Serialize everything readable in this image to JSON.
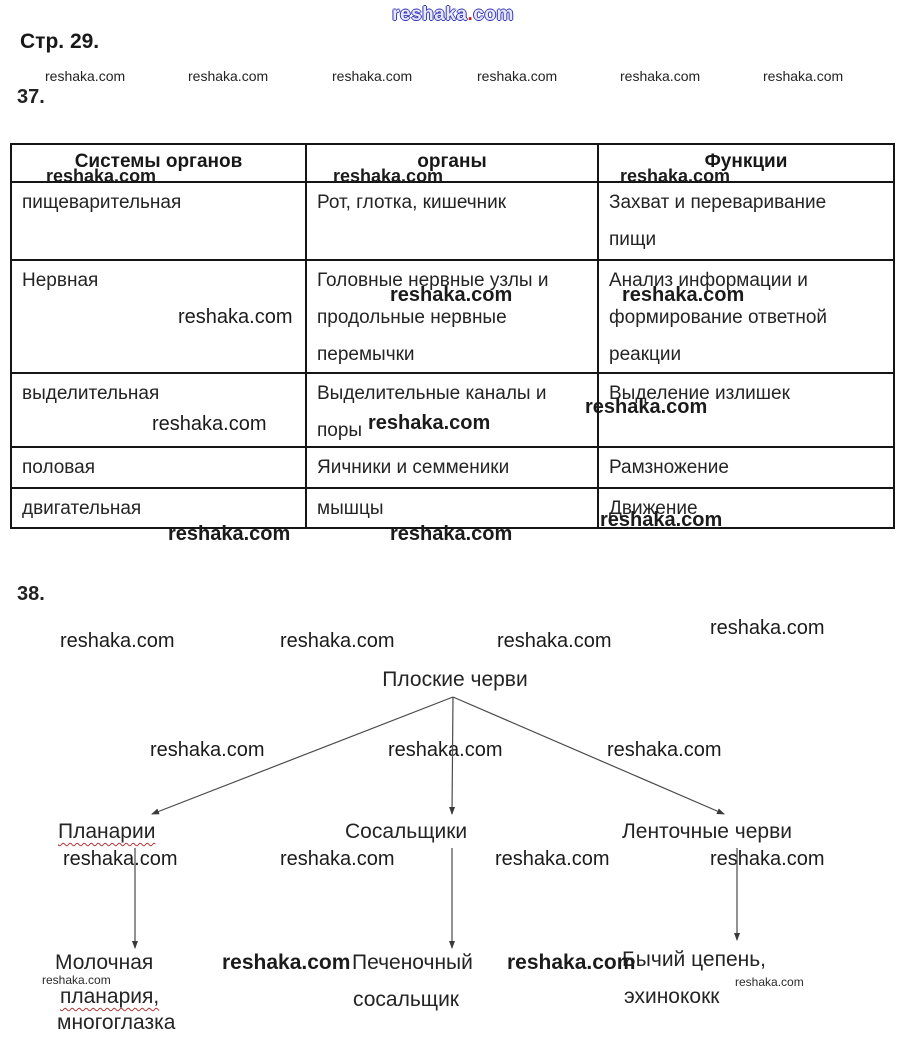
{
  "page": {
    "page_label": "Стр. 29.",
    "task37_label": "37.",
    "task38_label": "38.",
    "title_watermark": {
      "part1": "reshaka",
      "dot": ".",
      "part2": "com"
    }
  },
  "watermark_text": "reshaka.com",
  "table": {
    "headers": [
      "Системы органов",
      "органы",
      "Функции"
    ],
    "rows": [
      {
        "system": "пищеварительная",
        "organs": [
          "Рот, глотка, кишечник"
        ],
        "functions": [
          "Захват и переваривание",
          "пищи"
        ]
      },
      {
        "system": "Нервная",
        "organs": [
          "Головные нервные узлы и",
          "продольные нервные",
          "перемычки"
        ],
        "functions": [
          "Анализ информации и",
          "формирование ответной",
          "реакции"
        ]
      },
      {
        "system": "выделительная",
        "organs": [
          "Выделительные каналы и",
          "поры"
        ],
        "functions": [
          "Выделение излишек"
        ]
      },
      {
        "system": "половая",
        "organs": [
          "Яичники и семменики"
        ],
        "functions": [
          "Рамзножение"
        ]
      },
      {
        "system": "двигательная",
        "organs": [
          "мышцы"
        ],
        "functions": [
          "Движение"
        ]
      }
    ]
  },
  "diagram": {
    "root": "Плоские черви",
    "branches": [
      {
        "label": "Планарии",
        "children": [
          "Молочная",
          "планария,",
          "многоглазка"
        ]
      },
      {
        "label": "Сосальщики",
        "children": [
          "Печеночный",
          "сосальщик"
        ]
      },
      {
        "label": "Ленточные черви",
        "children": [
          "Бычий цепень,",
          "эхинококк"
        ]
      }
    ]
  }
}
